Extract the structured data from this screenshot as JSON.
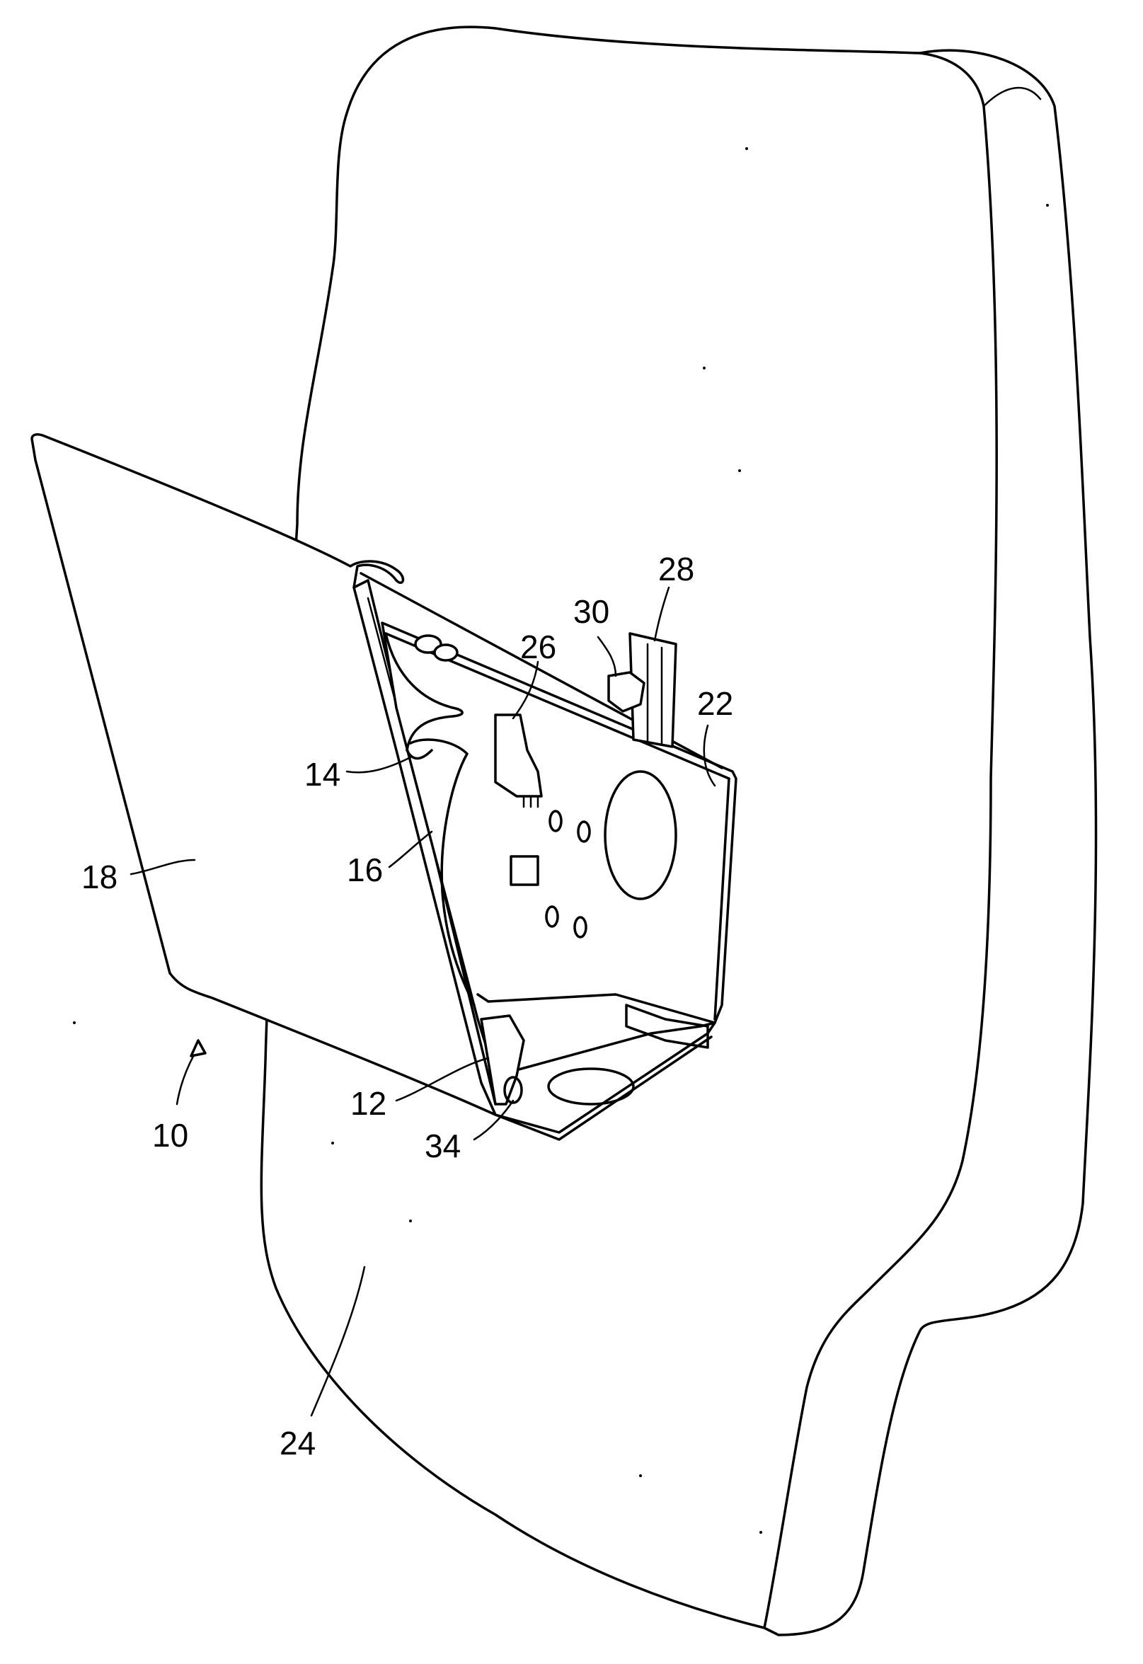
{
  "figure": {
    "labels": {
      "l10": "10",
      "l12": "12",
      "l14": "14",
      "l16": "16",
      "l18": "18",
      "l22": "22",
      "l24": "24",
      "l26": "26",
      "l28": "28",
      "l30": "30",
      "l34": "34"
    }
  }
}
